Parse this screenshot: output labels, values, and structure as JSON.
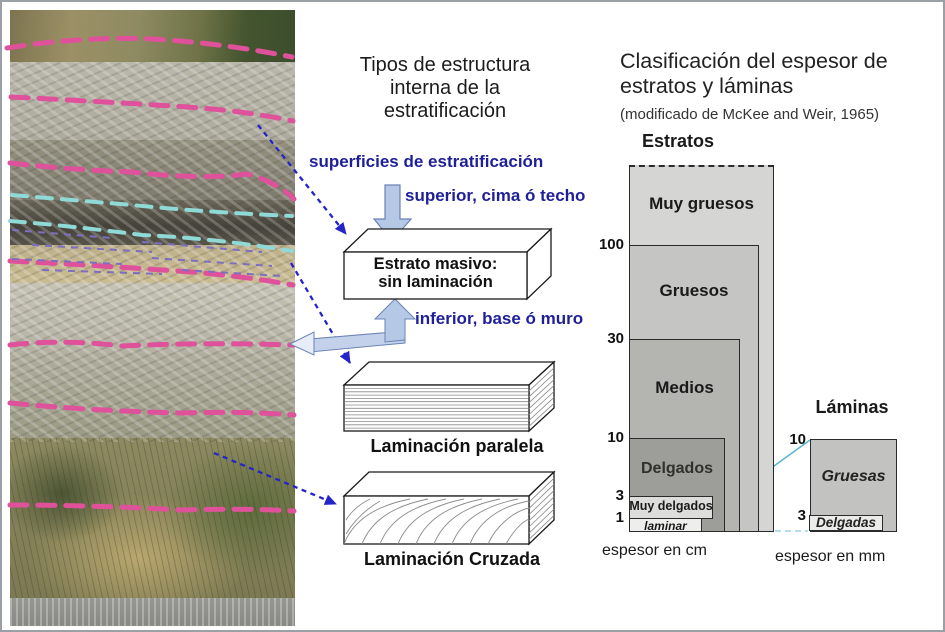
{
  "middle_panel": {
    "title_line1": "Tipos de estructura",
    "title_line2": "interna de la",
    "title_line3": "estratificación",
    "label_superficies": "superficies de estratificación",
    "label_superior": "superior, cima ó techo",
    "label_inferior": "inferior, base ó muro",
    "block1_line1": "Estrato masivo:",
    "block1_line2": "sin laminación",
    "block2_label": "Laminación paralela",
    "block3_label": "Laminación Cruzada"
  },
  "right_panel": {
    "title_line1": "Clasificación del espesor de",
    "title_line2": "estratos y láminas",
    "subtitle": "(modificado de McKee and Weir, 1965)",
    "estratos_heading": "Estratos",
    "laminas_heading": "Láminas",
    "x_caption_cm": "espesor en cm",
    "x_caption_mm": "espesor en mm",
    "estratos_ticks": [
      "100",
      "30",
      "10",
      "3",
      "1"
    ],
    "laminas_ticks": [
      "10",
      "3"
    ],
    "bars": {
      "muy_gruesos": "Muy gruesos",
      "gruesos": "Gruesos",
      "medios": "Medios",
      "delgados": "Delgados",
      "muy_delgados": "Muy delgados",
      "laminar": "laminar",
      "gruesas": "Gruesas",
      "delgadas": "Delgadas"
    }
  },
  "chart_data": {
    "type": "bar",
    "title": "Clasificación del espesor de estratos y láminas",
    "subtitle": "(modificado de McKee and Weir, 1965)",
    "groups": [
      {
        "name": "Estratos",
        "unit": "cm",
        "xlabel": "espesor en cm",
        "axis_ticks": [
          1,
          3,
          10,
          30,
          100
        ],
        "categories": [
          {
            "label": "Muy gruesos",
            "min": 100,
            "max": ">100 (abierto, borde superior discontinuo)"
          },
          {
            "label": "Gruesos",
            "min": 30,
            "max": 100
          },
          {
            "label": "Medios",
            "min": 10,
            "max": 30
          },
          {
            "label": "Delgados",
            "min": 3,
            "max": 10
          },
          {
            "label": "Muy delgados",
            "min": 1,
            "max": 3
          },
          {
            "label": "laminar",
            "min": 0,
            "max": 1
          }
        ]
      },
      {
        "name": "Láminas",
        "unit": "mm",
        "xlabel": "espesor en mm",
        "axis_ticks": [
          3,
          10
        ],
        "categories": [
          {
            "label": "Gruesas",
            "min": 3,
            "max": 10
          },
          {
            "label": "Delgadas",
            "min": 0,
            "max": 3
          }
        ]
      }
    ],
    "connector": "línea cian une 1 cm (Estratos) con 10 mm (Láminas)"
  },
  "colors": {
    "pink_dash": "#e0519c",
    "cyan_dash": "#8fd9d6",
    "lamination_dash": "#7d6fbe",
    "navy_text": "#1f1f99",
    "arrow_blue_dash": "#2424c8",
    "block_arrow_fill": "#b5c8e6",
    "connector_cyan": "#5ab6cc"
  }
}
